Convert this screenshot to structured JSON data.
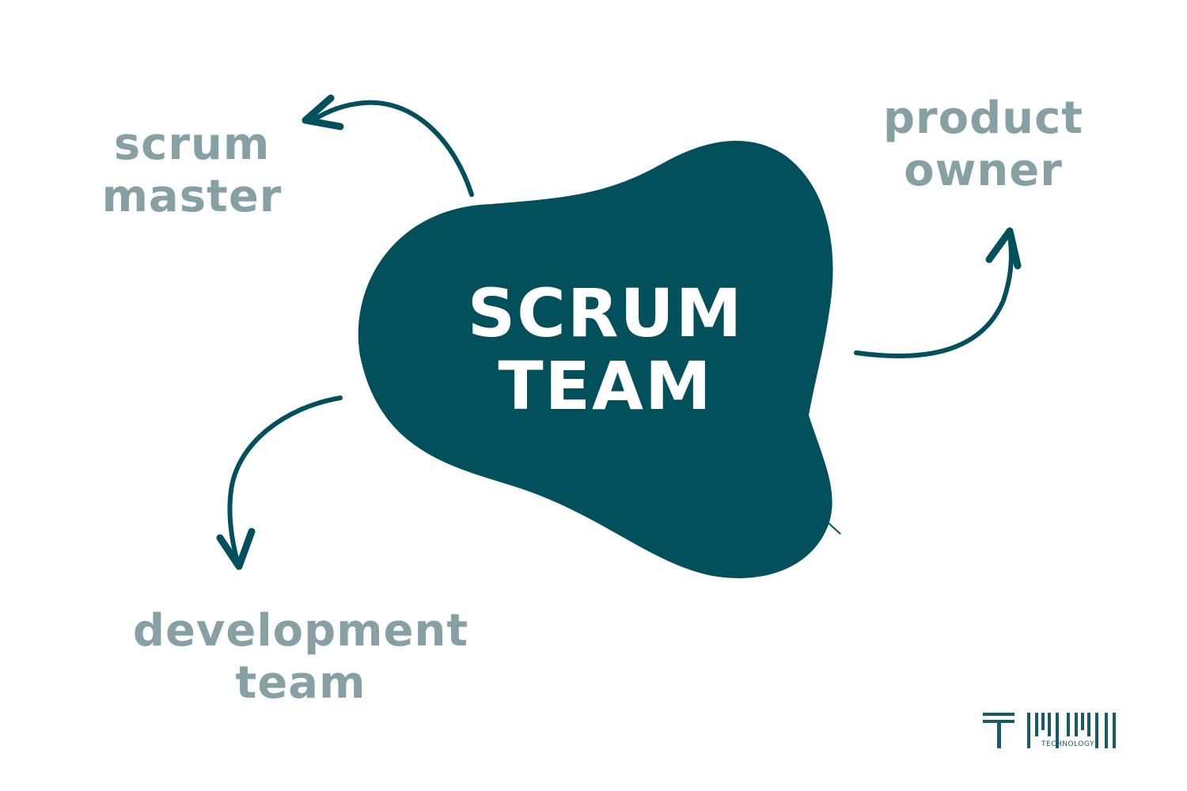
{
  "diagram": {
    "center": {
      "line1": "SCRUM",
      "line2": "TEAM",
      "fill_color": "#03505d"
    },
    "roles": {
      "scrum_master": {
        "line1": "scrum",
        "line2": "master"
      },
      "product_owner": {
        "line1": "product",
        "line2": "owner"
      },
      "development_team": {
        "line1": "development",
        "line2": "team"
      }
    },
    "colors": {
      "label": "#86a0a4",
      "arrow": "#03505d",
      "center_text": "#ffffff"
    }
  },
  "logo": {
    "mark": "TMM",
    "caption": "TECHNOLOGY"
  }
}
